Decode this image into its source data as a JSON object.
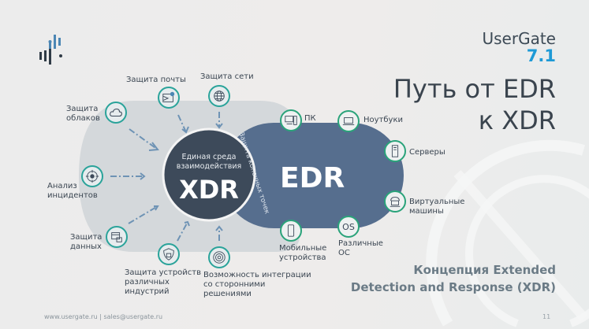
{
  "brand": {
    "name": "UserGate",
    "version": "7.1"
  },
  "title": {
    "line1": "Путь от EDR",
    "line2": "к XDR"
  },
  "subtitle": {
    "line1": "Концепция Extended",
    "line2": "Detection and Response (XDR)"
  },
  "footer": {
    "links": "www.usergate.ru | sales@usergate.ru",
    "page": "11"
  },
  "xdr": {
    "caption": "Единая среда\nвзаимодействия",
    "label": "XDR"
  },
  "edr": {
    "label": "EDR",
    "arc_text": "Защита конечных точек"
  },
  "xdr_items": [
    {
      "label": "Защита\nоблаков",
      "icon": "cloud-icon"
    },
    {
      "label": "Защита почты",
      "icon": "mail-icon"
    },
    {
      "label": "Защита сети",
      "icon": "globe-icon"
    },
    {
      "label": "Анализ\nинцидентов",
      "icon": "bug-target-icon"
    },
    {
      "label": "Защита\nданных",
      "icon": "data-lock-icon"
    },
    {
      "label": "Защита устройств\nразличных\nиндустрий",
      "icon": "shield-lock-icon"
    },
    {
      "label": "Возможность интеграции\nсо сторонними\nрешениями",
      "icon": "gear-integration-icon"
    }
  ],
  "edr_items": [
    {
      "label": "ПК",
      "icon": "pc-icon"
    },
    {
      "label": "Ноутбуки",
      "icon": "laptop-icon"
    },
    {
      "label": "Серверы",
      "icon": "server-icon"
    },
    {
      "label": "Виртуальные\nмашины",
      "icon": "virtual-machine-icon"
    },
    {
      "label": "Различные\nОС",
      "icon": "os-icon",
      "glyph": "OS"
    },
    {
      "label": "Мобильные\nустройства",
      "icon": "mobile-icon"
    }
  ],
  "colors": {
    "accent": "#2aa39a",
    "dark": "#3d4a5a",
    "edr": "#566e8e",
    "version": "#1e9ad6"
  }
}
